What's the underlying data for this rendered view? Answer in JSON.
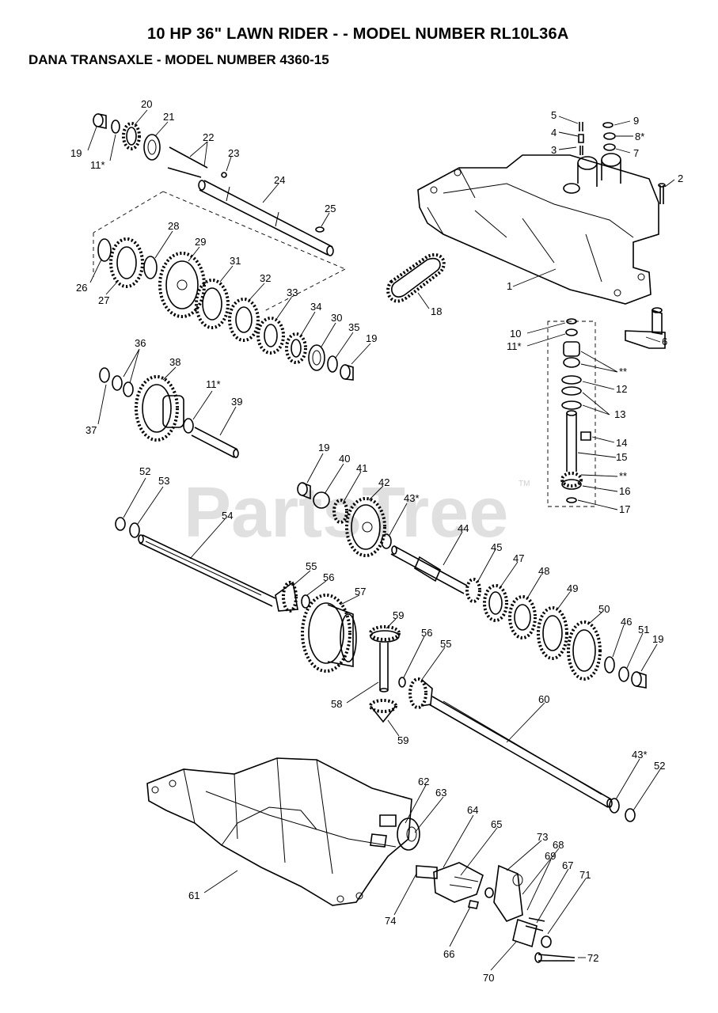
{
  "title": "10 HP 36\" LAWN RIDER - - MODEL NUMBER RL10L36A",
  "subtitle": "DANA  TRANSAXLE - MODEL NUMBER 4360-15",
  "watermark": "PartsTree",
  "watermark_mark": "TM",
  "callouts": [
    "19",
    "11*",
    "20",
    "21",
    "22",
    "23",
    "24",
    "25",
    "26",
    "27",
    "28",
    "29",
    "31",
    "32",
    "33",
    "34",
    "30",
    "35",
    "19",
    "36",
    "37",
    "38",
    "11*",
    "39",
    "18",
    "5",
    "4",
    "3",
    "9",
    "8*",
    "7",
    "2",
    "1",
    "10",
    "11*",
    "**",
    "12",
    "13",
    "14",
    "15",
    "**",
    "16",
    "17",
    "6",
    "19",
    "40",
    "41",
    "42",
    "43*",
    "52",
    "53",
    "54",
    "44",
    "45",
    "47",
    "48",
    "49",
    "50",
    "46",
    "51",
    "19",
    "55",
    "56",
    "57",
    "59",
    "56",
    "55",
    "58",
    "59",
    "60",
    "43*",
    "52",
    "61",
    "62",
    "63",
    "64",
    "65",
    "73",
    "68",
    "69",
    "67",
    "71",
    "74",
    "66",
    "72",
    "70"
  ]
}
